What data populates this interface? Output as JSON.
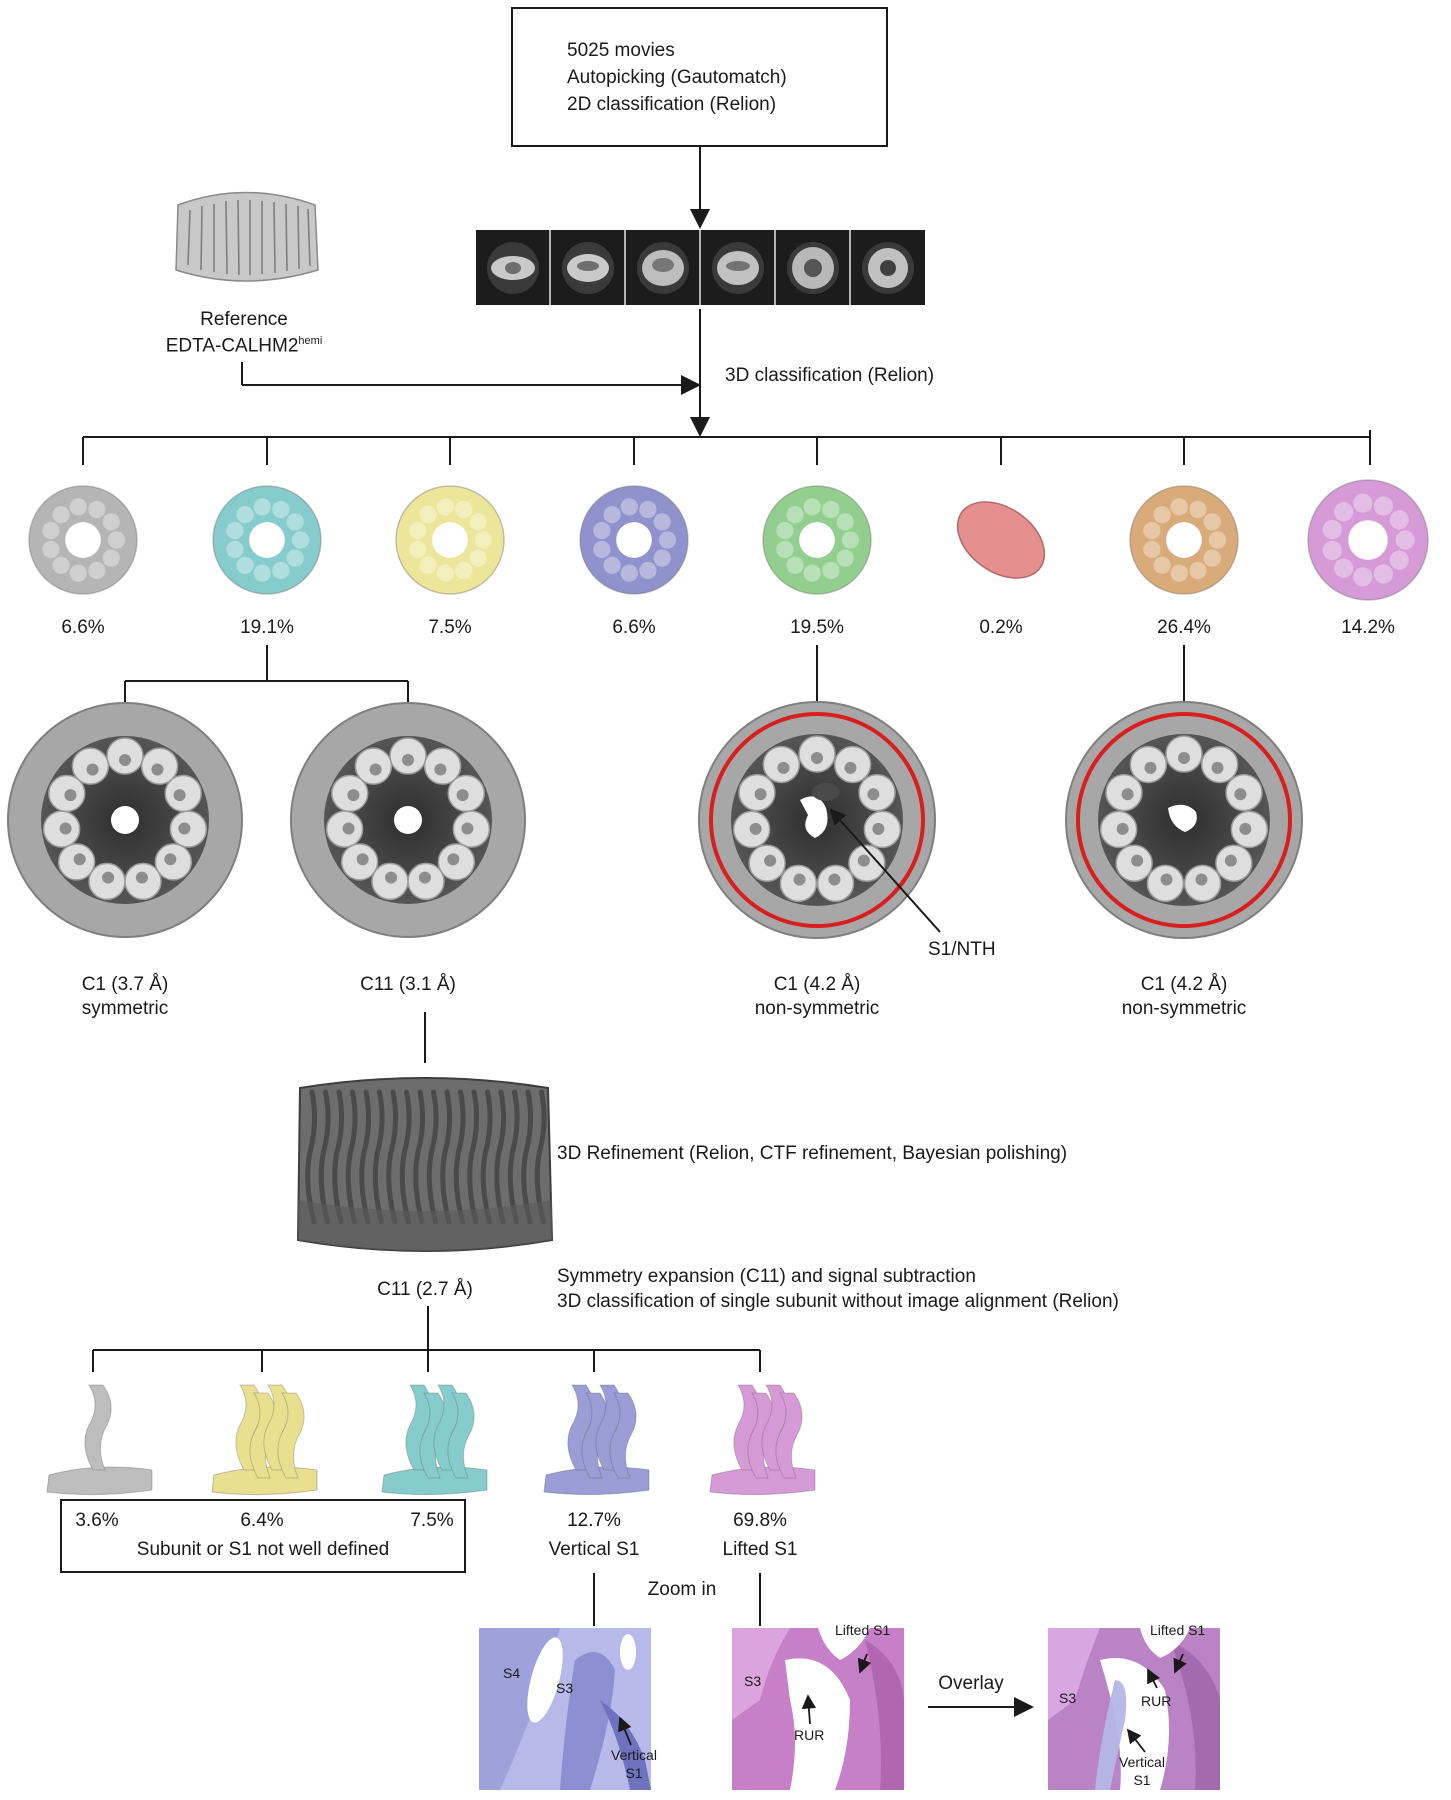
{
  "input_box": {
    "line1": "5025 movies",
    "line2": "Autopicking (Gautomatch)",
    "line3": "2D classification (Relion)"
  },
  "reference": {
    "label": "Reference",
    "name": "EDTA-CALHM2",
    "superscript": "hemi"
  },
  "step_3d_classification": "3D classification (Relion)",
  "classes": [
    {
      "percent": "6.6%",
      "color": "#b5b5b5"
    },
    {
      "percent": "19.1%",
      "color": "#86cccc"
    },
    {
      "percent": "7.5%",
      "color": "#ece69a"
    },
    {
      "percent": "6.6%",
      "color": "#8f92cc"
    },
    {
      "percent": "19.5%",
      "color": "#92cf8f"
    },
    {
      "percent": "0.2%",
      "color": "#e58f8f"
    },
    {
      "percent": "26.4%",
      "color": "#d9ab78"
    },
    {
      "percent": "14.2%",
      "color": "#d69ad6"
    }
  ],
  "maps": [
    {
      "line1": "C1 (3.7 Å)",
      "line2": "symmetric"
    },
    {
      "line1": "C11 (3.1 Å)",
      "line2": ""
    },
    {
      "line1": "C1 (4.2 Å)",
      "line2": "non-symmetric"
    },
    {
      "line1": "C1 (4.2 Å)",
      "line2": "non-symmetric"
    }
  ],
  "s1_nth_label": "S1/NTH",
  "refinement_label": "3D Refinement (Relion, CTF refinement, Bayesian polishing)",
  "refined_map_label": "C11 (2.7 Å)",
  "symmetry_line1": "Symmetry expansion (C11) and signal subtraction",
  "symmetry_line2": "3D classification of single subunit without image alignment (Relion)",
  "subunit_classes": [
    {
      "percent": "3.6%",
      "color": "#bdbdbd"
    },
    {
      "percent": "6.4%",
      "color": "#e8e08f"
    },
    {
      "percent": "7.5%",
      "color": "#86cccc"
    },
    {
      "percent": "12.7%",
      "color": "#9a9dd6"
    },
    {
      "percent": "69.8%",
      "color": "#d69ad6"
    }
  ],
  "not_defined_label": "Subunit or S1 not well defined",
  "vertical_s1_label": "Vertical S1",
  "lifted_s1_label": "Lifted S1",
  "zoom_label": "Zoom in",
  "overlay_label": "Overlay",
  "panel_vertical": {
    "s4": "S4",
    "s3": "S3",
    "vertical": "Vertical",
    "s1": "S1"
  },
  "panel_lifted": {
    "lifted": "Lifted S1",
    "s3": "S3",
    "rur": "RUR"
  },
  "panel_overlay": {
    "lifted": "Lifted S1",
    "s3": "S3",
    "rur": "RUR",
    "vertical": "Vertical",
    "s1": "S1"
  },
  "colors": {
    "ring_outline": "#d81e1e",
    "line": "#1a1a1a"
  }
}
